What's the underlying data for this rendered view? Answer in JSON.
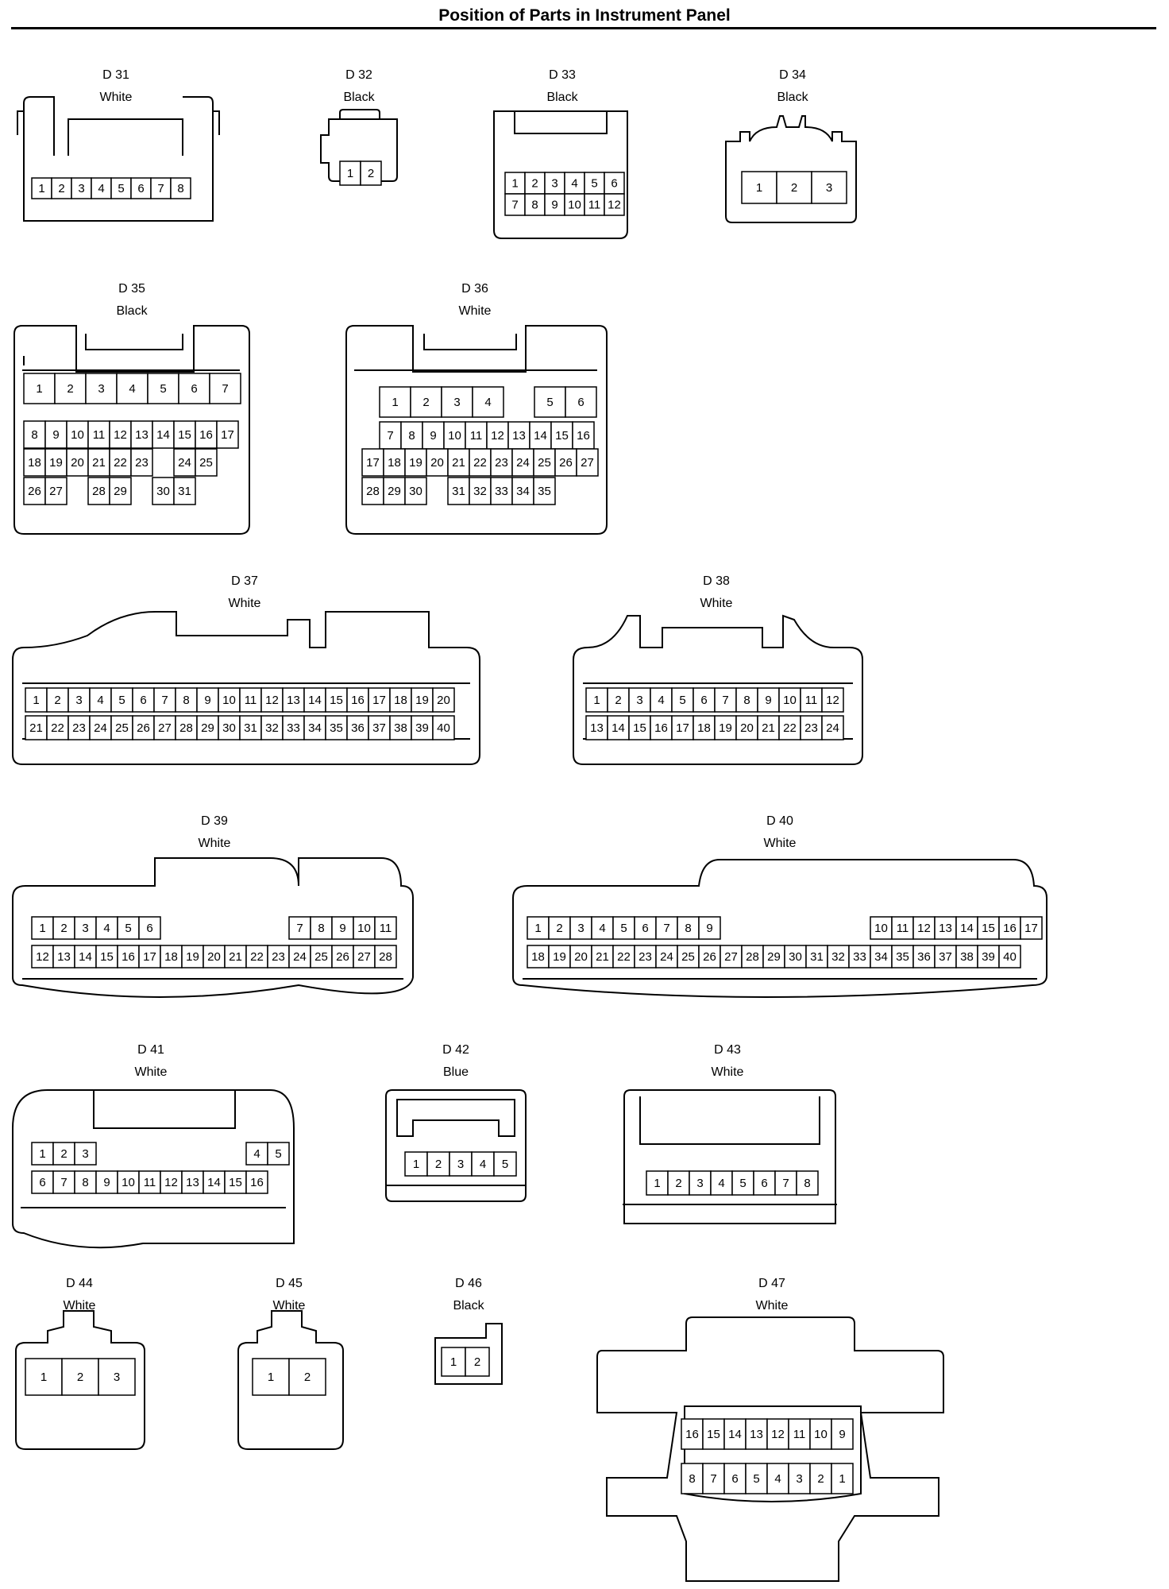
{
  "title": "Position of Parts in Instrument Panel",
  "connectors": [
    {
      "id": "D 31",
      "color": "White",
      "rows": [
        [
          "1",
          "2",
          "3",
          "4",
          "5",
          "6",
          "7",
          "8"
        ]
      ]
    },
    {
      "id": "D 32",
      "color": "Black",
      "rows": [
        [
          "1",
          "2"
        ]
      ]
    },
    {
      "id": "D 33",
      "color": "Black",
      "rows": [
        [
          "1",
          "2",
          "3",
          "4",
          "5",
          "6"
        ],
        [
          "7",
          "8",
          "9",
          "10",
          "11",
          "12"
        ]
      ]
    },
    {
      "id": "D 34",
      "color": "Black",
      "rows": [
        [
          "1",
          "2",
          "3"
        ]
      ]
    },
    {
      "id": "D 35",
      "color": "Black",
      "rows": [
        [
          "1",
          "2",
          "3",
          "4",
          "5",
          "6",
          "7"
        ],
        [
          "8",
          "9",
          "10",
          "11",
          "12",
          "13",
          "14",
          "15",
          "16",
          "17"
        ],
        [
          "18",
          "19",
          "20",
          "21",
          "22",
          "23",
          "",
          "24",
          "25"
        ],
        [
          "26",
          "27",
          "",
          "28",
          "29",
          "",
          "30",
          "31"
        ]
      ]
    },
    {
      "id": "D 36",
      "color": "White",
      "rows": [
        [
          "1",
          "2",
          "3",
          "4",
          "",
          "5",
          "6"
        ],
        [
          "7",
          "8",
          "9",
          "10",
          "11",
          "12",
          "13",
          "14",
          "15",
          "16"
        ],
        [
          "17",
          "18",
          "19",
          "20",
          "21",
          "22",
          "23",
          "24",
          "25",
          "26",
          "27"
        ],
        [
          "28",
          "29",
          "30",
          "",
          "31",
          "32",
          "33",
          "34",
          "35"
        ]
      ]
    },
    {
      "id": "D 37",
      "color": "White",
      "rows": [
        [
          "1",
          "2",
          "3",
          "4",
          "5",
          "6",
          "7",
          "8",
          "9",
          "10",
          "11",
          "12",
          "13",
          "14",
          "15",
          "16",
          "17",
          "18",
          "19",
          "20"
        ],
        [
          "21",
          "22",
          "23",
          "24",
          "25",
          "26",
          "27",
          "28",
          "29",
          "30",
          "31",
          "32",
          "33",
          "34",
          "35",
          "36",
          "37",
          "38",
          "39",
          "40"
        ]
      ]
    },
    {
      "id": "D 38",
      "color": "White",
      "rows": [
        [
          "1",
          "2",
          "3",
          "4",
          "5",
          "6",
          "7",
          "8",
          "9",
          "10",
          "11",
          "12"
        ],
        [
          "13",
          "14",
          "15",
          "16",
          "17",
          "18",
          "19",
          "20",
          "21",
          "22",
          "23",
          "24"
        ]
      ]
    },
    {
      "id": "D 39",
      "color": "White",
      "rows": [
        [
          "1",
          "2",
          "3",
          "4",
          "5",
          "6",
          "",
          "",
          "",
          "",
          "",
          "",
          "7",
          "8",
          "9",
          "10",
          "11"
        ],
        [
          "12",
          "13",
          "14",
          "15",
          "16",
          "17",
          "18",
          "19",
          "20",
          "21",
          "22",
          "23",
          "24",
          "25",
          "26",
          "27",
          "28"
        ]
      ]
    },
    {
      "id": "D 40",
      "color": "White",
      "rows": [
        [
          "1",
          "2",
          "3",
          "4",
          "5",
          "6",
          "7",
          "8",
          "9",
          "",
          "",
          "",
          "",
          "",
          "",
          "",
          "10",
          "11",
          "12",
          "13",
          "14",
          "15",
          "16",
          "17"
        ],
        [
          "18",
          "19",
          "20",
          "21",
          "22",
          "23",
          "24",
          "25",
          "26",
          "27",
          "28",
          "29",
          "30",
          "31",
          "32",
          "33",
          "34",
          "35",
          "36",
          "37",
          "38",
          "39",
          "40"
        ]
      ]
    },
    {
      "id": "D 41",
      "color": "White",
      "rows": [
        [
          "1",
          "2",
          "3",
          "",
          "",
          "",
          "",
          "",
          "",
          "",
          "4",
          "5"
        ],
        [
          "6",
          "7",
          "8",
          "9",
          "10",
          "11",
          "12",
          "13",
          "14",
          "15",
          "16"
        ]
      ]
    },
    {
      "id": "D 42",
      "color": "Blue",
      "rows": [
        [
          "1",
          "2",
          "3",
          "4",
          "5"
        ]
      ]
    },
    {
      "id": "D 43",
      "color": "White",
      "rows": [
        [
          "1",
          "2",
          "3",
          "4",
          "5",
          "6",
          "7",
          "8"
        ]
      ]
    },
    {
      "id": "D 44",
      "color": "White",
      "rows": [
        [
          "1",
          "2",
          "3"
        ]
      ]
    },
    {
      "id": "D 45",
      "color": "White",
      "rows": [
        [
          "1",
          "2"
        ]
      ]
    },
    {
      "id": "D 46",
      "color": "Black",
      "rows": [
        [
          "1",
          "2"
        ]
      ]
    },
    {
      "id": "D 47",
      "color": "White",
      "rows": [
        [
          "16",
          "15",
          "14",
          "13",
          "12",
          "11",
          "10",
          "9"
        ],
        [
          "8",
          "7",
          "6",
          "5",
          "4",
          "3",
          "2",
          "1"
        ]
      ]
    }
  ]
}
